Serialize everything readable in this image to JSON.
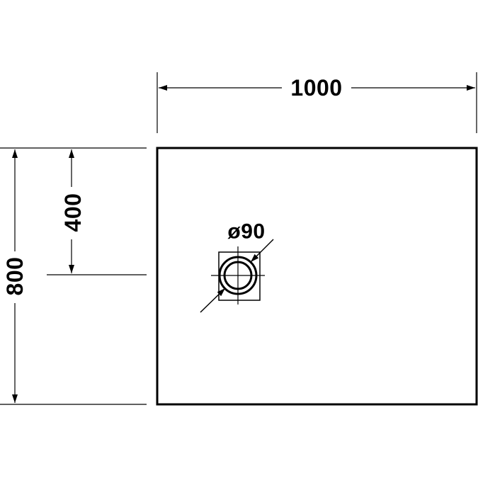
{
  "drawing": {
    "dimensions": {
      "width_label": "1000",
      "height_label": "800",
      "drain_offset_label": "400",
      "drain_diameter_label": "ø90"
    },
    "colors": {
      "stroke": "#000000",
      "background": "#ffffff"
    }
  }
}
